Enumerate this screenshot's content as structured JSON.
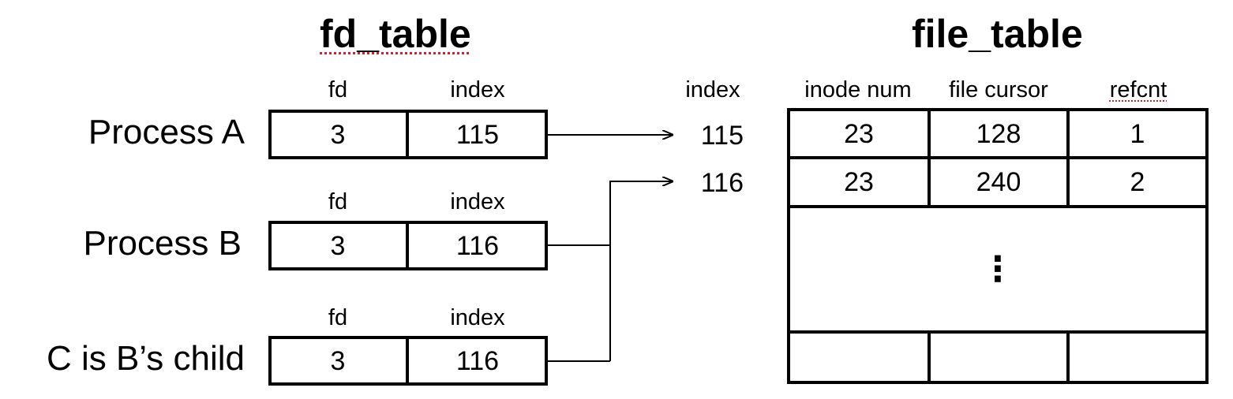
{
  "titles": {
    "fd_table": "fd_table",
    "file_table": "file_table"
  },
  "fd_table": {
    "col_headers": {
      "fd": "fd",
      "index": "index"
    },
    "rows": [
      {
        "process": "Process A",
        "fd": "3",
        "index": "115"
      },
      {
        "process": "Process B",
        "fd": "3",
        "index": "116"
      },
      {
        "process": "C is B’s child",
        "fd": "3",
        "index": "116"
      }
    ]
  },
  "file_table": {
    "index_header": "index",
    "col_headers": {
      "inode": "inode num",
      "cursor": "file cursor",
      "refcnt": "refcnt"
    },
    "rows": [
      {
        "index": "115",
        "inode": "23",
        "cursor": "128",
        "refcnt": "1"
      },
      {
        "index": "116",
        "inode": "23",
        "cursor": "240",
        "refcnt": "2"
      }
    ],
    "ellipsis": "⋮"
  },
  "links": [
    {
      "from": "Process A",
      "to_index": "115"
    },
    {
      "from": "Process B",
      "to_index": "116"
    },
    {
      "from": "C is B’s child",
      "to_index": "116"
    }
  ]
}
